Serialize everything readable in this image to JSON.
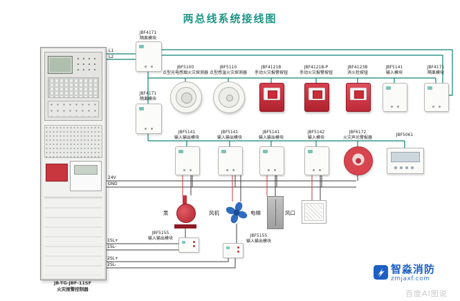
{
  "title": "两总线系统接线图",
  "panel": {
    "model": "JB-TG-JBF-11SF",
    "name": "火灾报警控制器"
  },
  "bus": {
    "l1": "L1",
    "l2": "L2",
    "v24": "24V",
    "gnd": "GND",
    "sl1_plus": "1SL+",
    "sl1_minus": "1SL-",
    "sl2_plus": "2SL+",
    "sl2_minus": "2SL-"
  },
  "iso_top": {
    "model": "JBF4171",
    "name": "隔离模块"
  },
  "iso_mid": {
    "model": "JBF4171",
    "name": "隔离模块"
  },
  "row1": [
    {
      "model": "JBF5100",
      "name": "点型光电感烟火灾探测器"
    },
    {
      "model": "JBF5110",
      "name": "点型感温火灾探测器"
    },
    {
      "model": "JBF4121B",
      "name": "手动火灾报警按钮"
    },
    {
      "model": "JBF4121B-P",
      "name": "手动火灾报警按钮"
    },
    {
      "model": "JBF4123B",
      "name": "消火栓按钮"
    },
    {
      "model": "JBF5141",
      "name": "输入模块"
    },
    {
      "model": "JBF4171",
      "name": "隔离模块"
    }
  ],
  "row2": [
    {
      "model": "JBF5141",
      "name": "输入输出模块"
    },
    {
      "model": "JBF5141",
      "name": "输入输出模块"
    },
    {
      "model": "JBF5141",
      "name": "输入输出模块"
    },
    {
      "model": "JBF5142",
      "name": "输入模块"
    },
    {
      "model": "JBF6172",
      "name": "火灾声光警报器"
    },
    {
      "model": "JBF5061",
      "name": ""
    }
  ],
  "loads": {
    "pump": "泵",
    "fan": "风机",
    "elevator": "电梯",
    "vent": "风口"
  },
  "io_modules": [
    {
      "model": "JBF5155",
      "name": "输入输出模块"
    },
    {
      "model": "JBF5155",
      "name": "输入输出模块"
    }
  ],
  "branding": {
    "name": "智淼消防",
    "domain": "zmjaxf.com"
  },
  "watermark": "百度AI图说"
}
